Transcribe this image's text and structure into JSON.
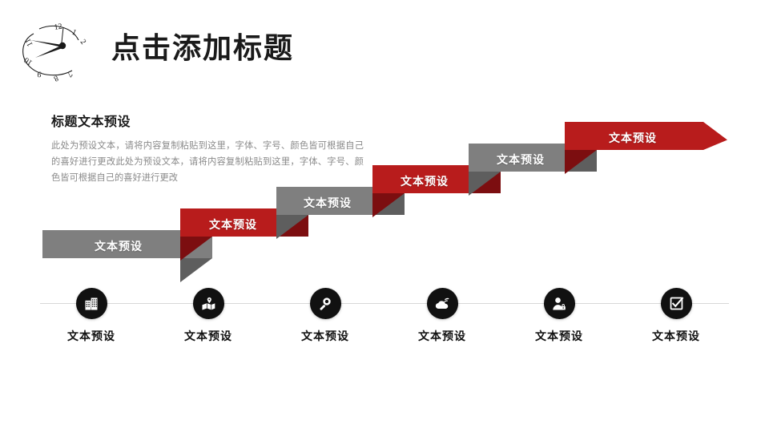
{
  "header": {
    "title": "点击添加标题",
    "logo_icon": "clock-icon"
  },
  "text_block": {
    "heading": "标题文本预设",
    "body": "此处为预设文本，请将内容复制粘贴到这里，字体、字号、颜色皆可根据自己的喜好进行更改此处为预设文本，请将内容复制粘贴到这里，字体、字号、颜色皆可根据自己的喜好进行更改"
  },
  "colors": {
    "red": "#B81C1C",
    "red_dark": "#7C0E10",
    "gray": "#7F7F7F",
    "gray_dark": "#5E5E5E",
    "black": "#111111",
    "body_text": "#8A8A8A",
    "axis": "#D8D8D8",
    "background": "#FFFFFF"
  },
  "ribbons": [
    {
      "label": "文本预设",
      "color": "gray",
      "step": 1
    },
    {
      "label": "文本预设",
      "color": "red",
      "step": 2
    },
    {
      "label": "文本预设",
      "color": "gray",
      "step": 3
    },
    {
      "label": "文本预设",
      "color": "red",
      "step": 4
    },
    {
      "label": "文本预设",
      "color": "gray",
      "step": 5
    },
    {
      "label": "文本预设",
      "color": "red",
      "step": 6,
      "arrow": "true"
    }
  ],
  "timeline": {
    "nodes": [
      {
        "icon": "building-icon",
        "label": "文本预设"
      },
      {
        "icon": "map-pin-icon",
        "label": "文本预设"
      },
      {
        "icon": "search-icon",
        "label": "文本预设"
      },
      {
        "icon": "cloud-wifi-icon",
        "label": "文本预设"
      },
      {
        "icon": "user-lock-icon",
        "label": "文本预设"
      },
      {
        "icon": "checkbox-icon",
        "label": "文本预设"
      }
    ]
  }
}
